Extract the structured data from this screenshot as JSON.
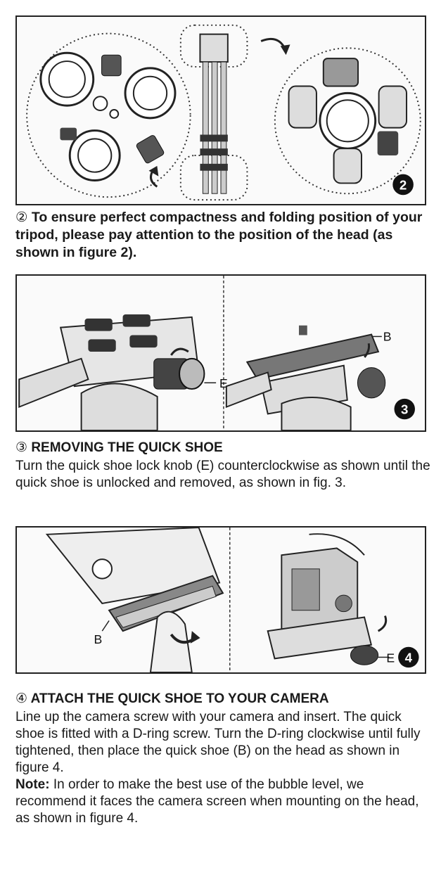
{
  "figures": {
    "fig2": {
      "badge": "2"
    },
    "fig3": {
      "badge": "3",
      "label_b": "B",
      "label_e": "E"
    },
    "fig4": {
      "badge": "4",
      "label_b": "B",
      "label_e": "E"
    }
  },
  "section2": {
    "marker": "②",
    "caption": "To ensure perfect compactness and folding position of your tripod, please pay attention to the position of the head (as shown in figure 2)."
  },
  "section3": {
    "marker": "③",
    "heading": "REMOVING THE QUICK SHOE",
    "body": "Turn the quick shoe lock knob (E) counterclockwise as shown until the quick shoe is unlocked and removed, as shown in fig. 3."
  },
  "section4": {
    "marker": "④",
    "heading": "ATTACH THE QUICK SHOE TO YOUR CAMERA",
    "body": "Line up the camera screw with your camera and insert.  The quick shoe is fitted with a D-ring screw. Turn the D-ring clockwise until fully tightened, then place the quick shoe (B) on the head as shown in figure 4.",
    "note_label": "Note:",
    "note_body": " In order to make the best use of the bubble level, we recommend it faces the camera screen when mounting on the head, as shown in figure 4."
  }
}
